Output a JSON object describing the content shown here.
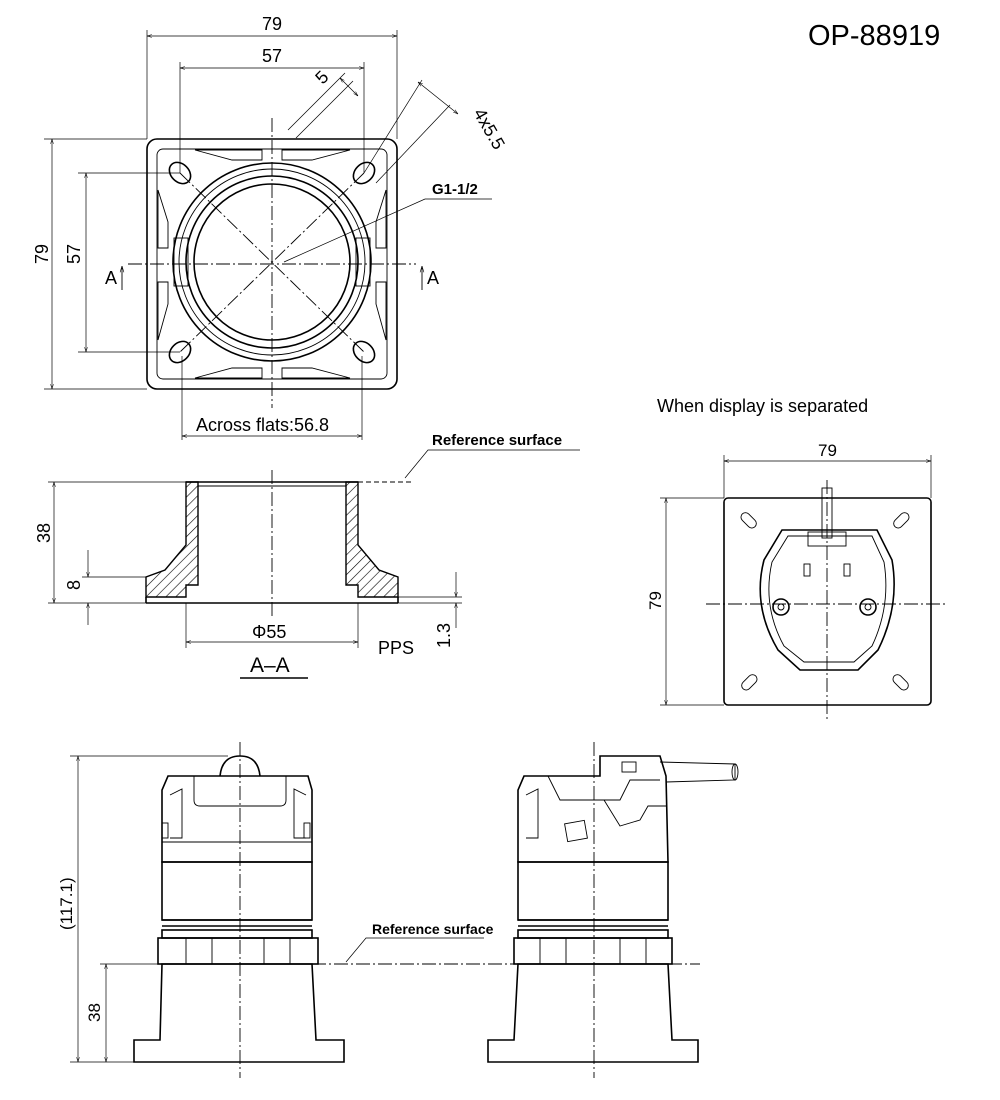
{
  "model": "OP-88919",
  "top_view": {
    "dim_outer_width": "79",
    "dim_hole_pitch_x": "57",
    "dim_5": "5",
    "dim_holes": "4x5.5",
    "thread": "G1-1/2",
    "dim_outer_height": "79",
    "dim_hole_pitch_y": "57",
    "section_left": "A",
    "section_right": "A",
    "across_flats": "Across flats:56.8"
  },
  "section_view": {
    "reference_surface": "Reference surface",
    "dim_height": "38",
    "dim_flange": "8",
    "dim_diameter": "Φ55",
    "material": "PPS",
    "dim_offset": "1.3",
    "section_label": "A–A"
  },
  "separated_view": {
    "caption": "When display is separated",
    "dim_width": "79",
    "dim_height": "79"
  },
  "assembly_view": {
    "dim_total": "(117.1)",
    "reference_surface": "Reference surface",
    "dim_base": "38"
  }
}
